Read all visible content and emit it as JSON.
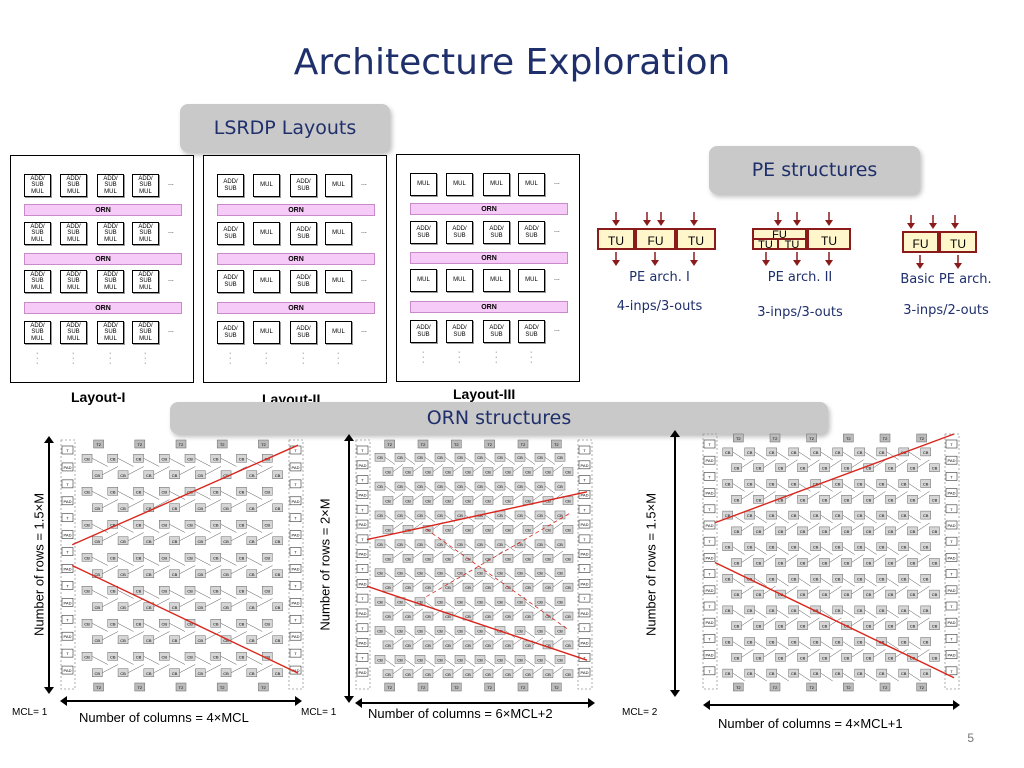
{
  "title": "Architecture Exploration",
  "sections": {
    "lsrdp": "LSRDP Layouts",
    "pe": "PE structures",
    "orn": "ORN structures"
  },
  "cell_labels": {
    "add_sub_mul": "ADD/ SUB MUL",
    "add_sub": "ADD/ SUB",
    "mul": "MUL",
    "orn": "ORN",
    "dots": "..."
  },
  "layouts": [
    {
      "label": "Layout-I"
    },
    {
      "label": "Layout-II"
    },
    {
      "label": "Layout-III"
    }
  ],
  "pe_structures": [
    {
      "cells": [
        "TU",
        "FU",
        "TU"
      ],
      "name": "PE arch. I",
      "io": "4-inps/3-outs"
    },
    {
      "cells": [
        "FU",
        "TU",
        "TU",
        "TU"
      ],
      "name": "PE arch. II",
      "io": "3-inps/3-outs"
    },
    {
      "cells": [
        "FU",
        "TU"
      ],
      "name": "Basic PE arch.",
      "io": "3-inps/2-outs"
    }
  ],
  "orn_figures": [
    {
      "rows_label": "Number of rows = 1.5×M",
      "cols_label": "Number of columns = 4×MCL",
      "mcl": "MCL= 1"
    },
    {
      "rows_label": "Number of rows = 2×M",
      "cols_label": "Number of columns = 6×MCL+2",
      "mcl": "MCL= 1"
    },
    {
      "rows_label": "Number of rows = 1.5×M",
      "cols_label": "Number of columns = 4×MCL+1",
      "mcl": "MCL= 2"
    }
  ],
  "orn_marks": {
    "cb": "CB",
    "t": "T",
    "t2": "T2",
    "pad": "PAD"
  },
  "page_number": "5",
  "colors": {
    "title": "#1f2f6b",
    "orn_bar": "#f7cbf7",
    "pe_border": "#8b1a1a",
    "pe_fill": "#fff6cc",
    "red_line": "#d9261c"
  }
}
